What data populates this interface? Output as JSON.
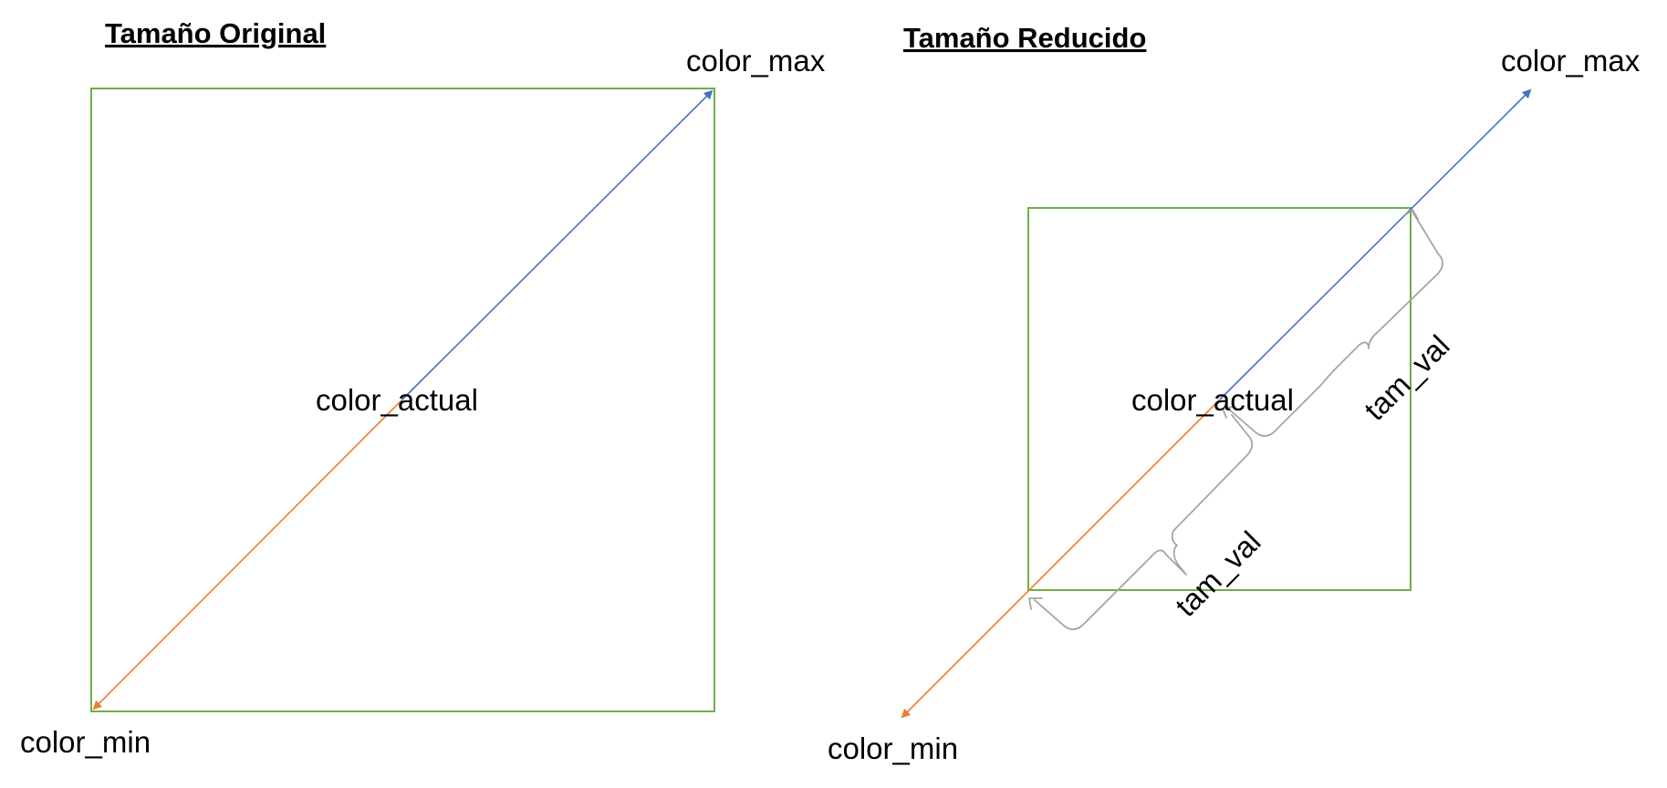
{
  "panels": {
    "original": {
      "title": "Tamaño Original",
      "labels": {
        "max": "color_max",
        "current": "color_actual",
        "min": "color_min"
      }
    },
    "reduced": {
      "title": "Tamaño Reducido",
      "labels": {
        "max": "color_max",
        "current": "color_actual",
        "min": "color_min"
      },
      "brace_labels": {
        "upper": "tam_val",
        "lower": "tam_val"
      }
    }
  },
  "colors": {
    "box": "#70ad47",
    "max_arrow": "#4472c4",
    "min_arrow": "#ed7d31",
    "brace": "#a5a5a5"
  }
}
